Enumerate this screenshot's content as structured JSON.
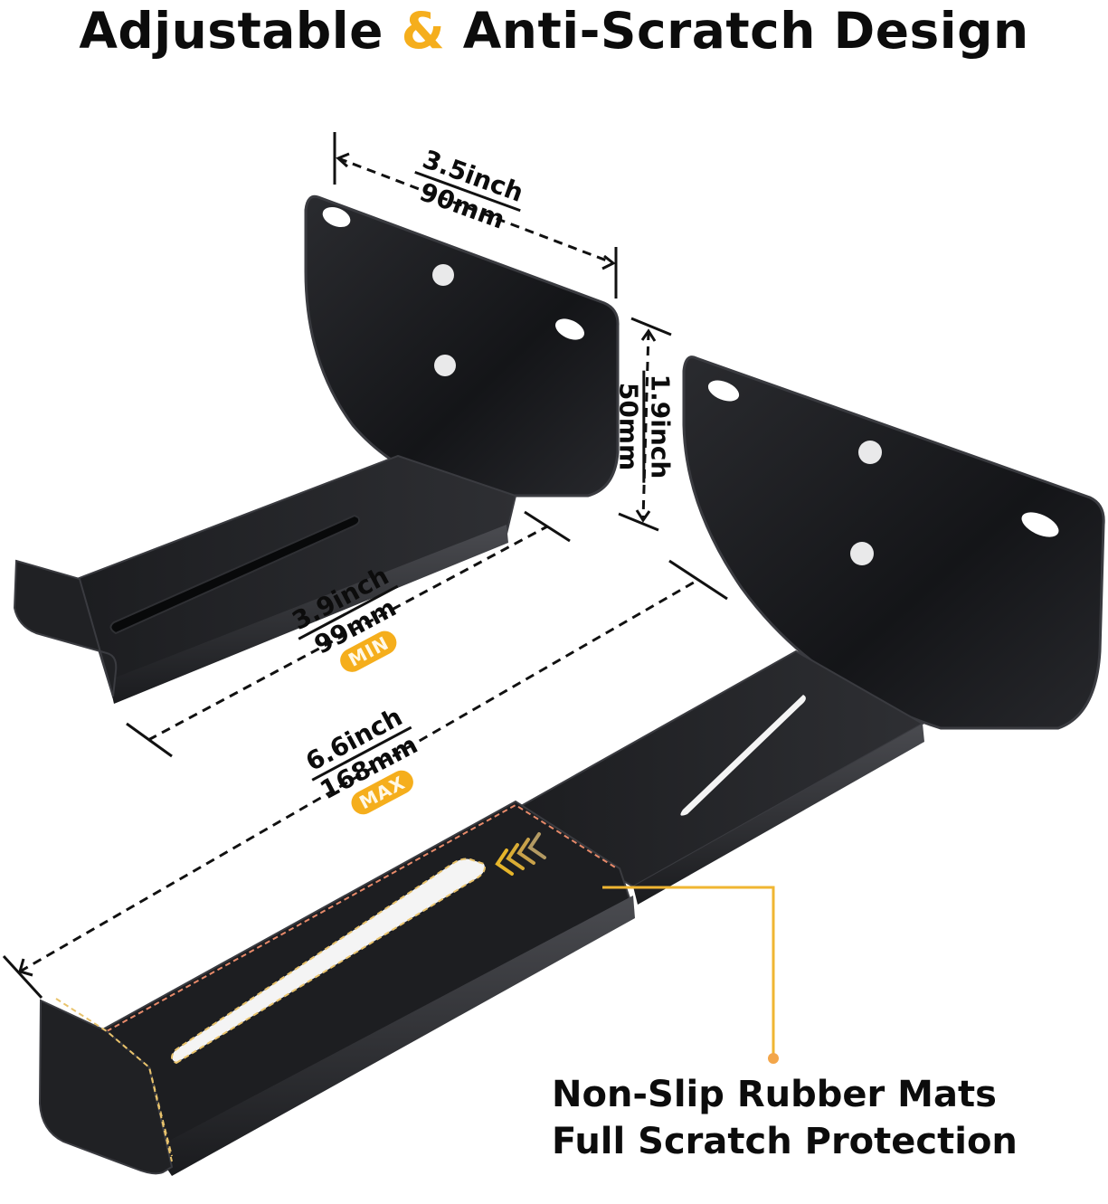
{
  "title": {
    "part1": "Adjustable",
    "amp": "&",
    "part2": "Anti-Scratch Design",
    "accent_color": "#f5ae1c"
  },
  "dimensions": {
    "width": {
      "inch": "3.5inch",
      "mm": "90mm"
    },
    "height": {
      "inch": "1.9inch",
      "mm": "50mm"
    },
    "min_depth": {
      "inch": "3.9inch",
      "mm": "99mm",
      "badge": "MIN"
    },
    "max_depth": {
      "inch": "6.6inch",
      "mm": "168mm",
      "badge": "MAX"
    }
  },
  "callout": {
    "line1": "Non-Slip Rubber Mats",
    "line2": "Full Scratch Protection"
  },
  "icons": [
    "chevron-left-arrows-icon",
    "callout-dot-icon"
  ]
}
